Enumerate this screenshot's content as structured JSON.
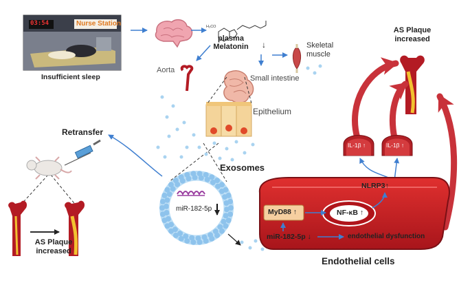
{
  "sleep": {
    "clock": "03:54",
    "station_sign": "Nurse Station",
    "label": "Insufficient sleep"
  },
  "melatonin": {
    "line1": "plasma",
    "line2": "Melatonin",
    "arrow": "↓",
    "molecule_methoxy": "H₃CO"
  },
  "organs": {
    "skeletal_muscle": "Skeletal\nmuscle",
    "aorta": "Aorta",
    "small_intestine": "Small intestine",
    "epithelium": "Epithelium"
  },
  "exosomes": {
    "label": "Exosomes",
    "mirna": "miR-182-5p",
    "mirna_arrow": "↓"
  },
  "retransfer": {
    "label": "Retransfer"
  },
  "plaque": {
    "top_label": "AS Plaque\nincreased",
    "left_label": "AS Plaque\nincreased"
  },
  "il1b": {
    "left": "IL-1β",
    "left_arrow": "↑",
    "right": "IL-1β",
    "right_arrow": "↑"
  },
  "endothelial": {
    "label": "Endothelial cells",
    "myd88": "MyD88",
    "myd88_arrow": "↑",
    "nfkb": "NF-κB",
    "nfkb_arrow": "↑",
    "nlrp3": "NLRP3",
    "nlrp3_arrow": "↑",
    "mirna": "miR-182-5p",
    "mirna_arrow": "↓",
    "dysfunction": "endothelial dysfunction"
  },
  "colors": {
    "flow_blue": "#3f7fd0",
    "red_arrow": "#c8323a",
    "vessel_red": "#b31b24",
    "plaque_yellow": "#f2c230",
    "cell_red": "#c81e24",
    "exo_blue": "#8ec3ec"
  }
}
